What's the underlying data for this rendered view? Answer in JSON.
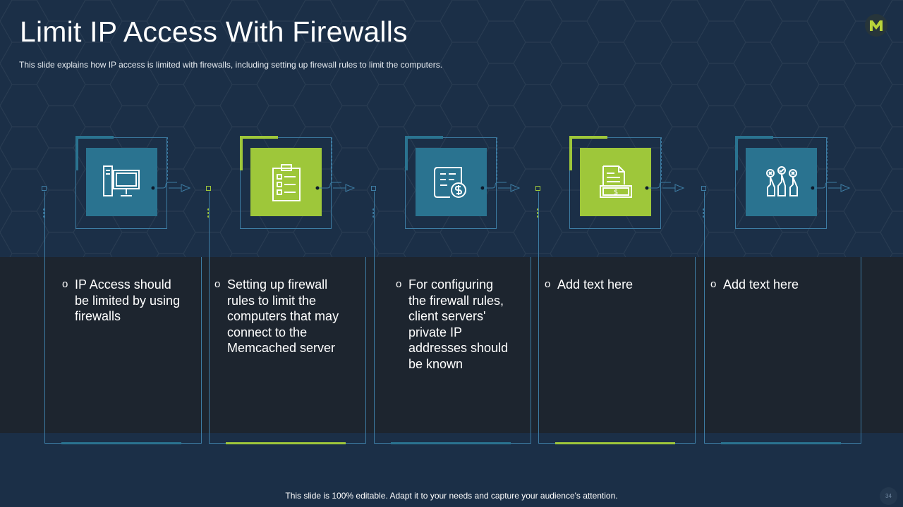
{
  "slide": {
    "title": "Limit IP Access With Firewalls",
    "subtitle": "This slide explains how IP access is limited with firewalls,  including setting up firewall  rules to limit the computers.",
    "footer": "This slide is 100% editable. Adapt it to your needs and capture your audience's attention.",
    "page_number": "34",
    "logo_letter": "M"
  },
  "colors": {
    "background": "#1b2f47",
    "band": "#1d252f",
    "teal": "#2a7390",
    "green": "#9ec73a",
    "line": "#3d7ca3"
  },
  "steps": [
    {
      "icon": "computer-icon",
      "accent": "teal",
      "bullet": "o",
      "text": "IP Access should be limited by using firewalls"
    },
    {
      "icon": "clipboard-checklist-icon",
      "accent": "green",
      "bullet": "o",
      "text": "Setting up firewall rules to limit the computers that may connect to the Memcached server"
    },
    {
      "icon": "invoice-dollar-icon",
      "accent": "teal",
      "bullet": "o",
      "text": "For configuring the firewall rules, client servers' private IP addresses should be known"
    },
    {
      "icon": "document-cash-icon",
      "accent": "green",
      "bullet": "o",
      "text": "Add text here"
    },
    {
      "icon": "voting-hands-icon",
      "accent": "teal",
      "bullet": "o",
      "text": "Add text here"
    }
  ]
}
